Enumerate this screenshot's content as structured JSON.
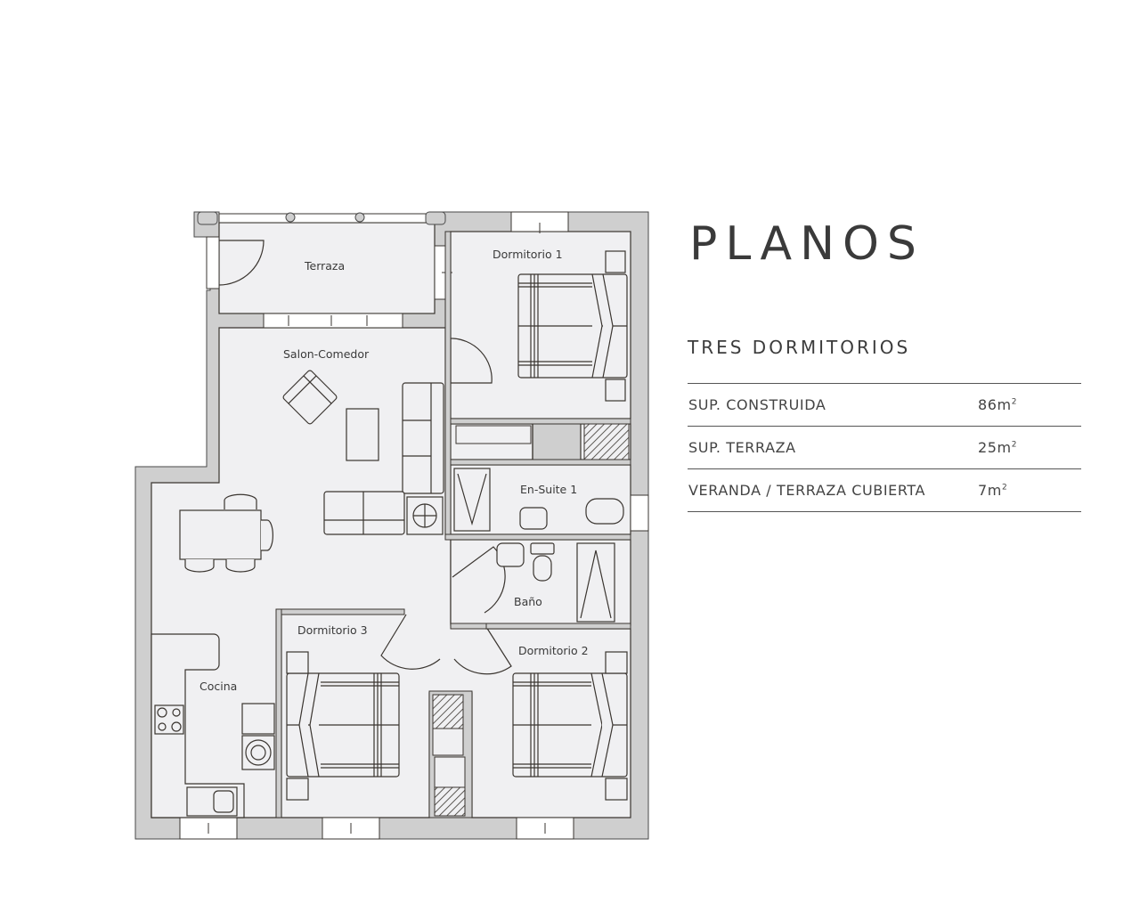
{
  "header": {
    "title": "PLANOS",
    "subtitle": "TRES DORMITORIOS"
  },
  "specs": [
    {
      "label": "SUP.  CONSTRUIDA",
      "value": "86m",
      "unit_sup": "2"
    },
    {
      "label": "SUP. TERRAZA",
      "value": "25m",
      "unit_sup": "2"
    },
    {
      "label": "VERANDA / TERRAZA CUBIERTA",
      "value": "7m",
      "unit_sup": "2"
    }
  ],
  "rooms": {
    "terraza": "Terraza",
    "salon": "Salon-Comedor",
    "dormitorio1": "Dormitorio 1",
    "ensuite": "En-Suite 1",
    "bano": "Baño",
    "dormitorio2": "Dormitorio 2",
    "dormitorio3": "Dormitorio 3",
    "cocina": "Cocina"
  },
  "colors": {
    "wall": "#cfcfcf",
    "floor": "#f0f0f2",
    "line": "#3a3530",
    "text": "#3c3c3c"
  }
}
